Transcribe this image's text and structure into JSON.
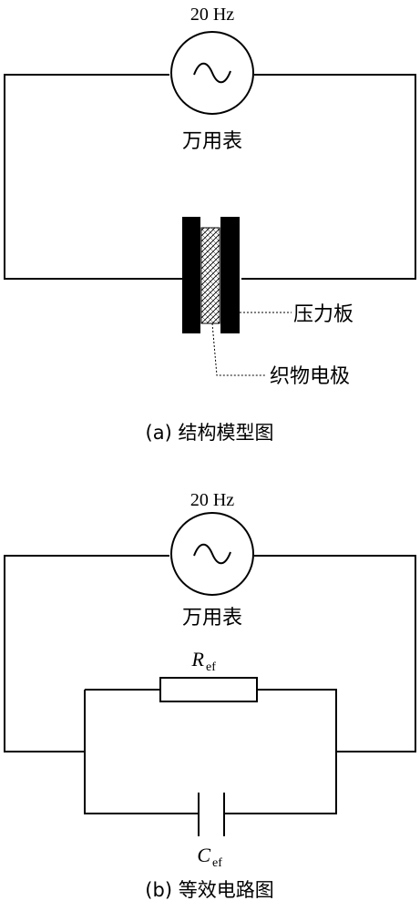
{
  "diagram_a": {
    "frequency": "20 Hz",
    "meter": "万用表",
    "pressure_plate": "压力板",
    "fabric_electrode": "织物电极",
    "caption": "(a) 结构模型图"
  },
  "diagram_b": {
    "frequency": "20 Hz",
    "meter": "万用表",
    "resistor_symbol": "R",
    "resistor_sub": "ef",
    "capacitor_symbol": "C",
    "capacitor_sub": "ef",
    "caption": "(b) 等效电路图"
  }
}
